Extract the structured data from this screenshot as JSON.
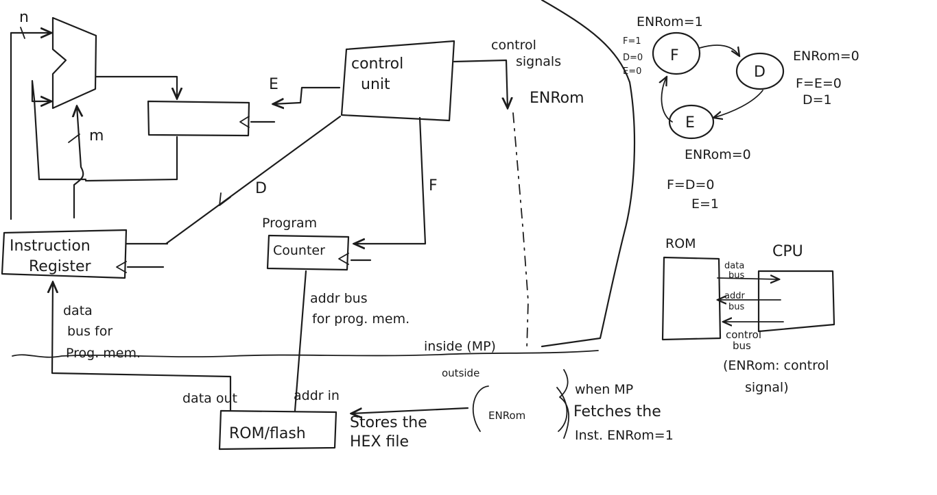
{
  "labels": {
    "n": "n",
    "m": "m",
    "e_signal": "E",
    "d_signal": "D",
    "f_signal": "F",
    "control_unit_line1": "control",
    "control_unit_line2": "unit",
    "control_signals_line1": "control",
    "control_signals_line2": "signals",
    "en_rom": "ENRom",
    "instruction_register_line1": "Instruction",
    "instruction_register_line2": "Register",
    "program_counter_line1": "Program",
    "program_counter_line2": "Counter",
    "addr_bus_line1": "addr bus",
    "addr_bus_line2": "for prog. mem.",
    "data_bus_line1": "data",
    "data_bus_line2": "bus for",
    "data_bus_line3": "Prog. mem.",
    "inside": "inside (MP)",
    "outside": "outside",
    "data_out": "data out",
    "addr_in": "addr in",
    "rom_flash": "ROM/flash",
    "stores_line1": "Stores the",
    "stores_line2": "HEX file",
    "en_rom_small": "ENRom",
    "when_line1": "when MP",
    "when_line2": "Fetches the",
    "when_line3": "Inst. ENRom=1"
  },
  "state_machine": {
    "states": {
      "f": "F",
      "d": "D",
      "e": "E"
    },
    "f_note": {
      "line1": "ENRom=1",
      "line2": "F=1",
      "line3": "D=0",
      "line4": "E=0"
    },
    "d_note": {
      "line1": "ENRom=0",
      "line2": "F=E=0",
      "line3": "D=1"
    },
    "e_note": {
      "line1": "ENRom=0",
      "line2": "F=D=0",
      "line3": "E=1"
    }
  },
  "rom_cpu": {
    "rom": "ROM",
    "cpu": "CPU",
    "data_bus_line1": "data",
    "data_bus_line2": "bus",
    "addr_bus_line1": "addr",
    "addr_bus_line2": "bus",
    "control_bus_line1": "control",
    "control_bus_line2": "bus",
    "note_line1": "(ENRom: control",
    "note_line2": "signal)"
  }
}
